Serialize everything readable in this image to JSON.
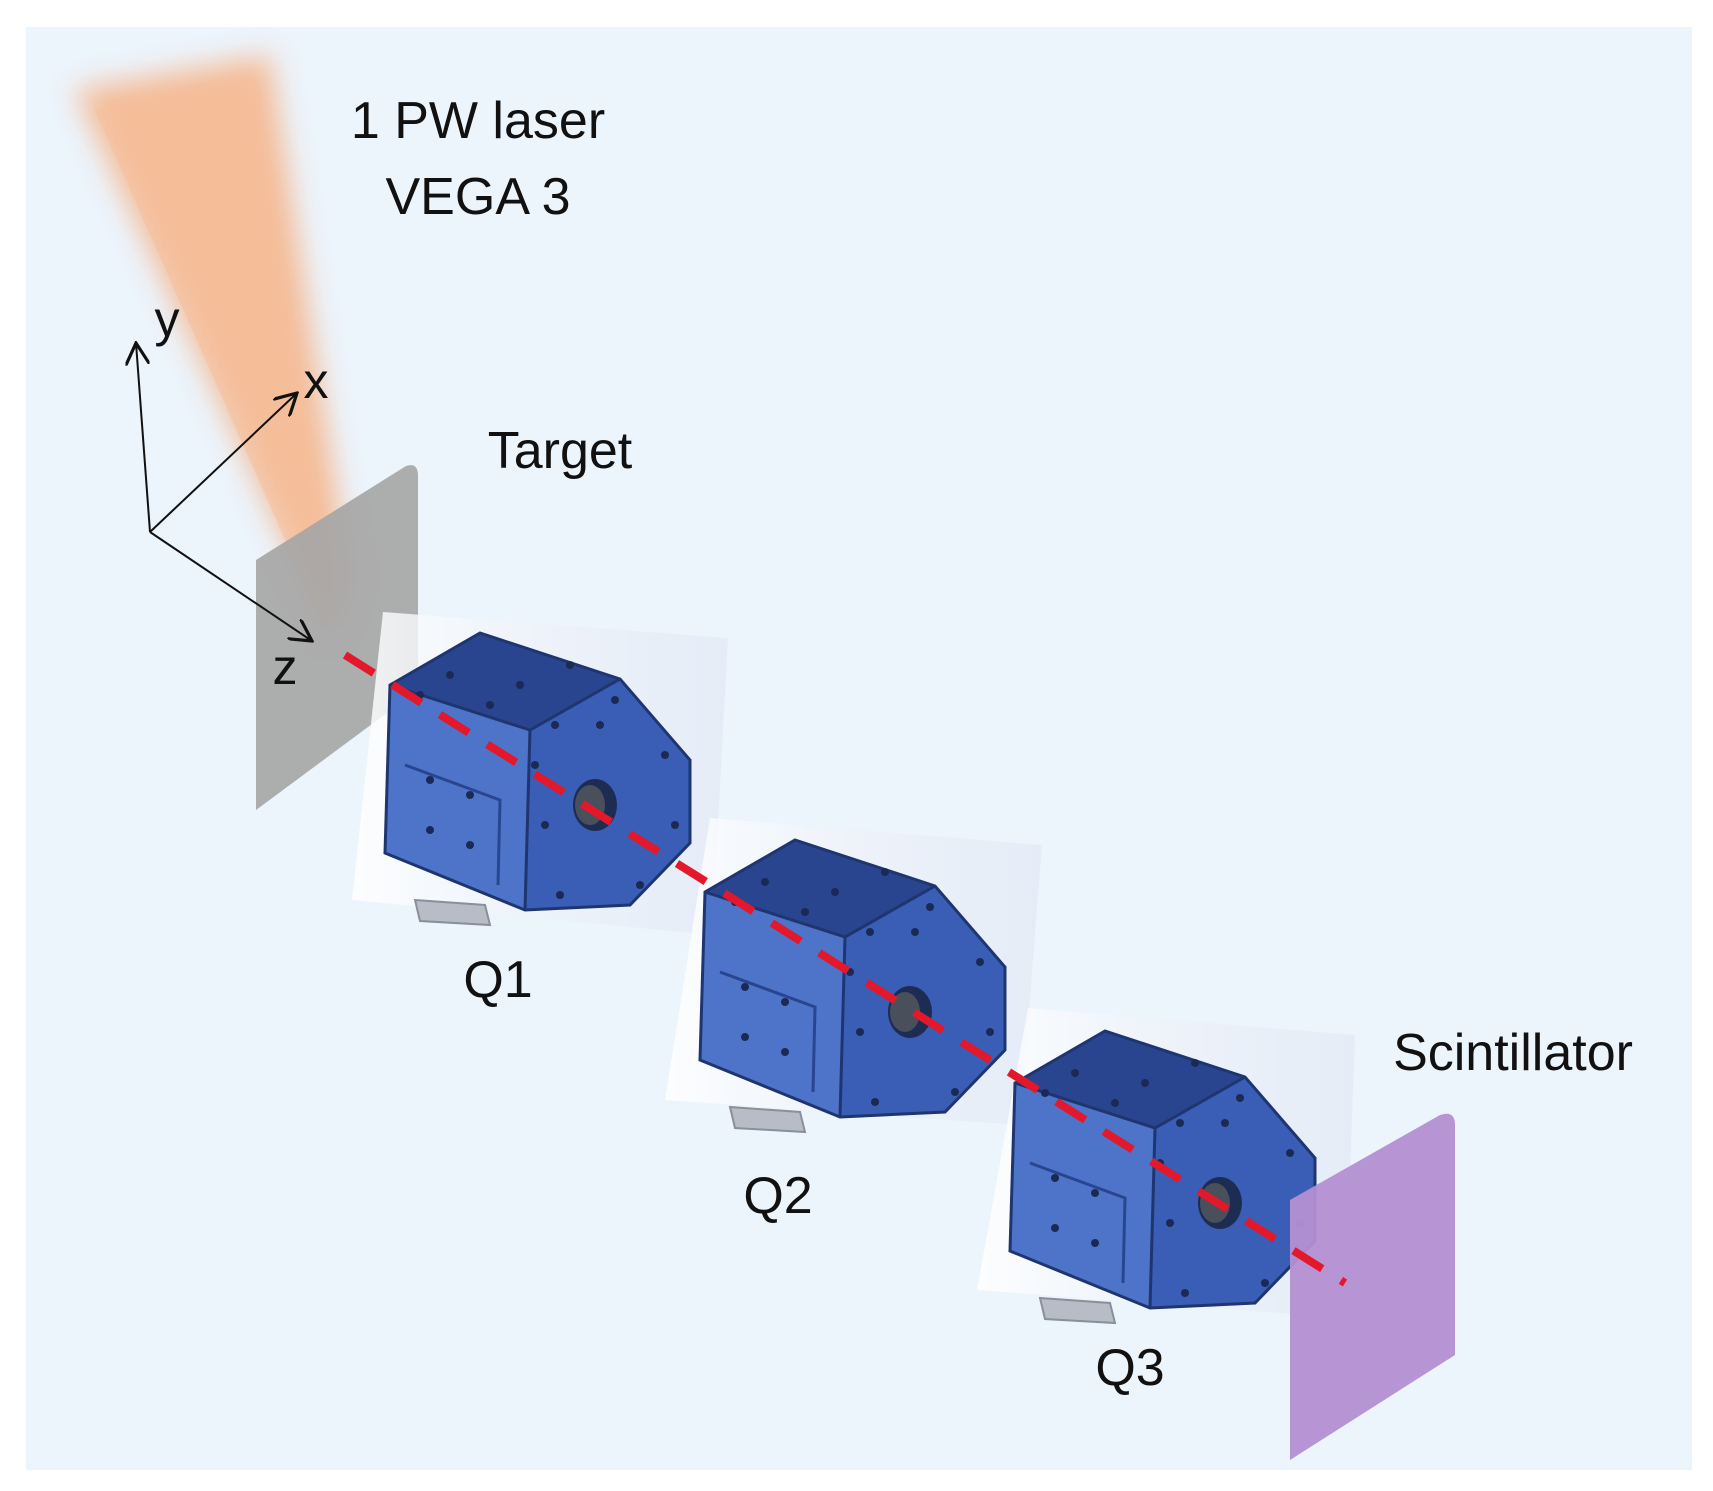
{
  "labels": {
    "laser_line1": "1 PW laser",
    "laser_line2": "VEGA 3",
    "axis_y": "y",
    "axis_x": "x",
    "axis_z": "z",
    "target": "Target",
    "q1": "Q1",
    "q2": "Q2",
    "q3": "Q3",
    "scintillator": "Scintillator"
  },
  "colors": {
    "background": "#ecf4fc",
    "laser": "#f5b68c",
    "target_plate": "#a6a6a6",
    "scintillator_plate": "#b48fd2",
    "quadrupole_body": "#3a5eb5",
    "quadrupole_dark": "#2a4590",
    "quadrupole_side": "#4d74c8",
    "beam": "#e3182a"
  }
}
